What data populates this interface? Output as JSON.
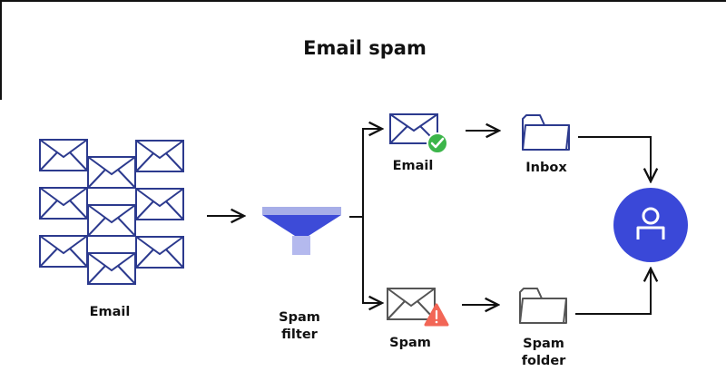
{
  "title": "Email spam",
  "labels": {
    "email_pile": "Email",
    "spam_filter_line1": "Spam",
    "spam_filter_line2": "filter",
    "email_out": "Email",
    "inbox": "Inbox",
    "spam_out": "Spam",
    "spam_folder_line1": "Spam",
    "spam_folder_line2": "folder"
  },
  "icons": {
    "envelope": "envelope-icon",
    "funnel": "funnel-icon",
    "check_badge": "check-badge-icon",
    "warning_badge": "warning-badge-icon",
    "folder": "folder-icon",
    "user": "user-icon"
  },
  "colors": {
    "envelope_stroke": "#2c3a8e",
    "funnel_top": "#a7aee8",
    "funnel_body": "#3d4bd8",
    "funnel_spout": "#b4b9ee",
    "check_badge": "#3cb54a",
    "warning_badge": "#f26656",
    "spam_gray": "#555555",
    "user_circle": "#3a48d8",
    "arrow": "#111111"
  }
}
